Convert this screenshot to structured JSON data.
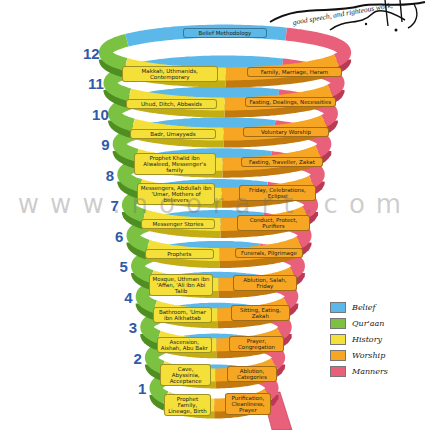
{
  "diagram": {
    "nodes": [
      {
        "text": [
          "Belief Methodology"
        ]
      },
      {
        "text": [
          "Makkah, Uthmanids, Contemporary"
        ]
      },
      {
        "text": [
          "Family, Marriage, Haram"
        ]
      },
      {
        "text": [
          "Uhud, Ditch, Abbasids"
        ]
      },
      {
        "text": [
          "Fasting, Dealings, Necessities"
        ]
      },
      {
        "text": [
          "Badr, Umayyads"
        ]
      },
      {
        "text": [
          "Voluntary Worship"
        ]
      },
      {
        "text": [
          "Prophet Khalid ibn Alwaleed, Messenger's family"
        ]
      },
      {
        "text": [
          "Fasting, Traveller, Zakat"
        ]
      },
      {
        "text": [
          "Messengers, Abdullah ibn 'Umar, Mothers of believers"
        ]
      },
      {
        "text": [
          "Friday, Celebrations, Eclipse"
        ]
      },
      {
        "text": [
          "Messenger Stories"
        ]
      },
      {
        "text": [
          "Conduct, Protect, Purifiers"
        ]
      },
      {
        "text": [
          "Prophets"
        ]
      },
      {
        "text": [
          "Funerals, Pilgrimage"
        ]
      },
      {
        "text": [
          "Mosque, Uthman ibn 'Affan, 'Ali ibn Abi Talib"
        ]
      },
      {
        "text": [
          "Ablution, Salah, Friday"
        ]
      },
      {
        "text": [
          "Bathroom, 'Umar ibn Alkhattab"
        ]
      },
      {
        "text": [
          "Sitting, Eating, Zakah"
        ]
      },
      {
        "text": [
          "Ascension, Aishah, Abu Bakr"
        ]
      },
      {
        "text": [
          "Prayer, Congregation"
        ]
      },
      {
        "text": [
          "Cave, Abyssinia, Acceptance"
        ]
      },
      {
        "text": [
          "Ablution, Categories"
        ]
      },
      {
        "text": [
          "Prophet Family, Lineage, Birth"
        ]
      },
      {
        "text": [
          "Purification, Cleanliness, Prayer"
        ]
      }
    ],
    "labels": [
      "12",
      "11",
      "10",
      "9",
      "8",
      "7",
      "6",
      "5",
      "4",
      "3",
      "2",
      "1",
      "www.noorart.com",
      "good speech, and righteous work,"
    ],
    "legend": [
      {
        "text": "Belief",
        "color": "#5bb8e8"
      },
      {
        "text": "Qur'aan",
        "color": "#7cc242"
      },
      {
        "text": "History",
        "color": "#f5e03a"
      },
      {
        "text": "Worship",
        "color": "#f6a623"
      },
      {
        "text": "Manners",
        "color": "#e8607a"
      }
    ]
  }
}
